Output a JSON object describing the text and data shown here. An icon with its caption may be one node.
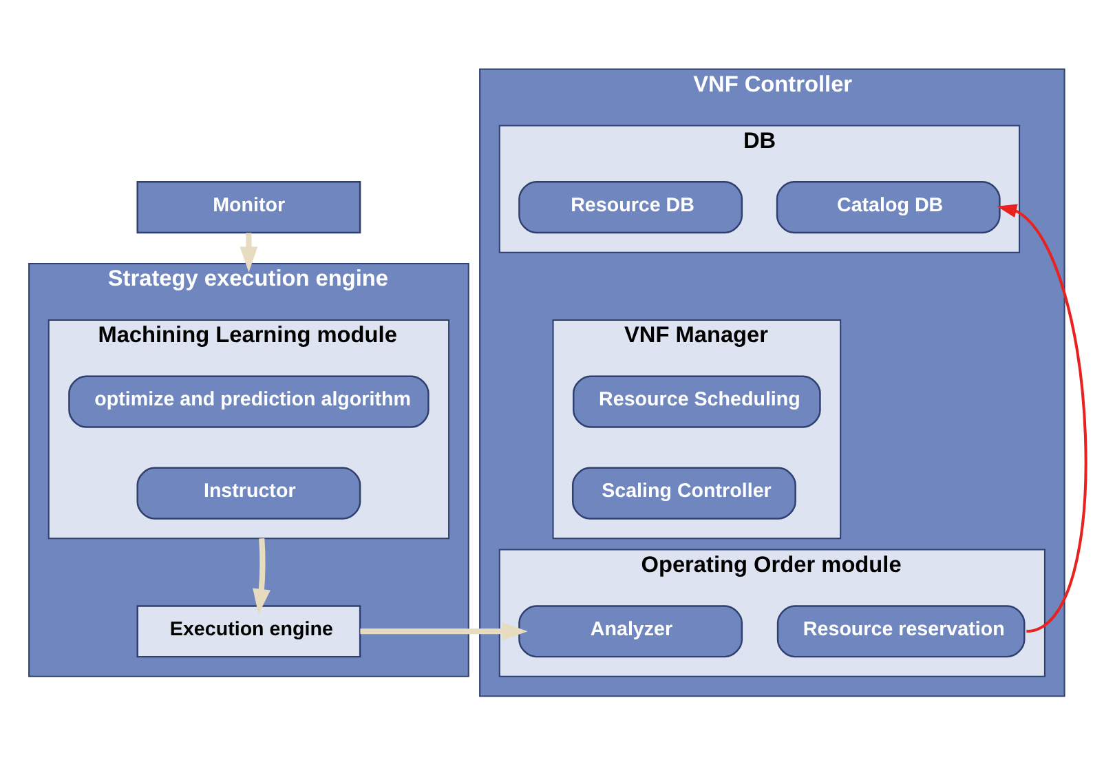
{
  "diagram": {
    "nodes": [
      {
        "text": [
          "Monitor"
        ]
      },
      {
        "text": [
          "Strategy execution engine"
        ]
      },
      {
        "text": [
          "Machining Learning module"
        ],
        "in": 1
      },
      {
        "text": [
          "optimize and prediction algorithm"
        ],
        "in": 2
      },
      {
        "text": [
          "Instructor"
        ],
        "in": 2
      },
      {
        "text": [
          "Execution engine"
        ],
        "in": 1
      },
      {
        "text": [
          "VNF Controller"
        ]
      },
      {
        "text": [
          "DB"
        ],
        "in": 6
      },
      {
        "text": [
          "Resource DB"
        ],
        "in": 7
      },
      {
        "text": [
          "Catalog DB"
        ],
        "in": 7
      },
      {
        "text": [
          "VNF Manager"
        ],
        "in": 6
      },
      {
        "text": [
          "Resource Scheduling"
        ],
        "in": 10
      },
      {
        "text": [
          "Scaling Controller"
        ],
        "in": 10
      },
      {
        "text": [
          "Operating Order module"
        ],
        "in": 6
      },
      {
        "text": [
          "Analyzer"
        ],
        "in": 13
      },
      {
        "text": [
          "Resource reservation"
        ],
        "in": 13
      }
    ],
    "edges": [
      {
        "from": 0,
        "to": 1,
        "arrow": "to"
      },
      {
        "from": 2,
        "to": 5,
        "arrow": "to"
      },
      {
        "from": 5,
        "to": 14,
        "arrow": "to"
      },
      {
        "from": 15,
        "to": 9,
        "arrow": "to",
        "color": "#e8231f"
      }
    ]
  }
}
